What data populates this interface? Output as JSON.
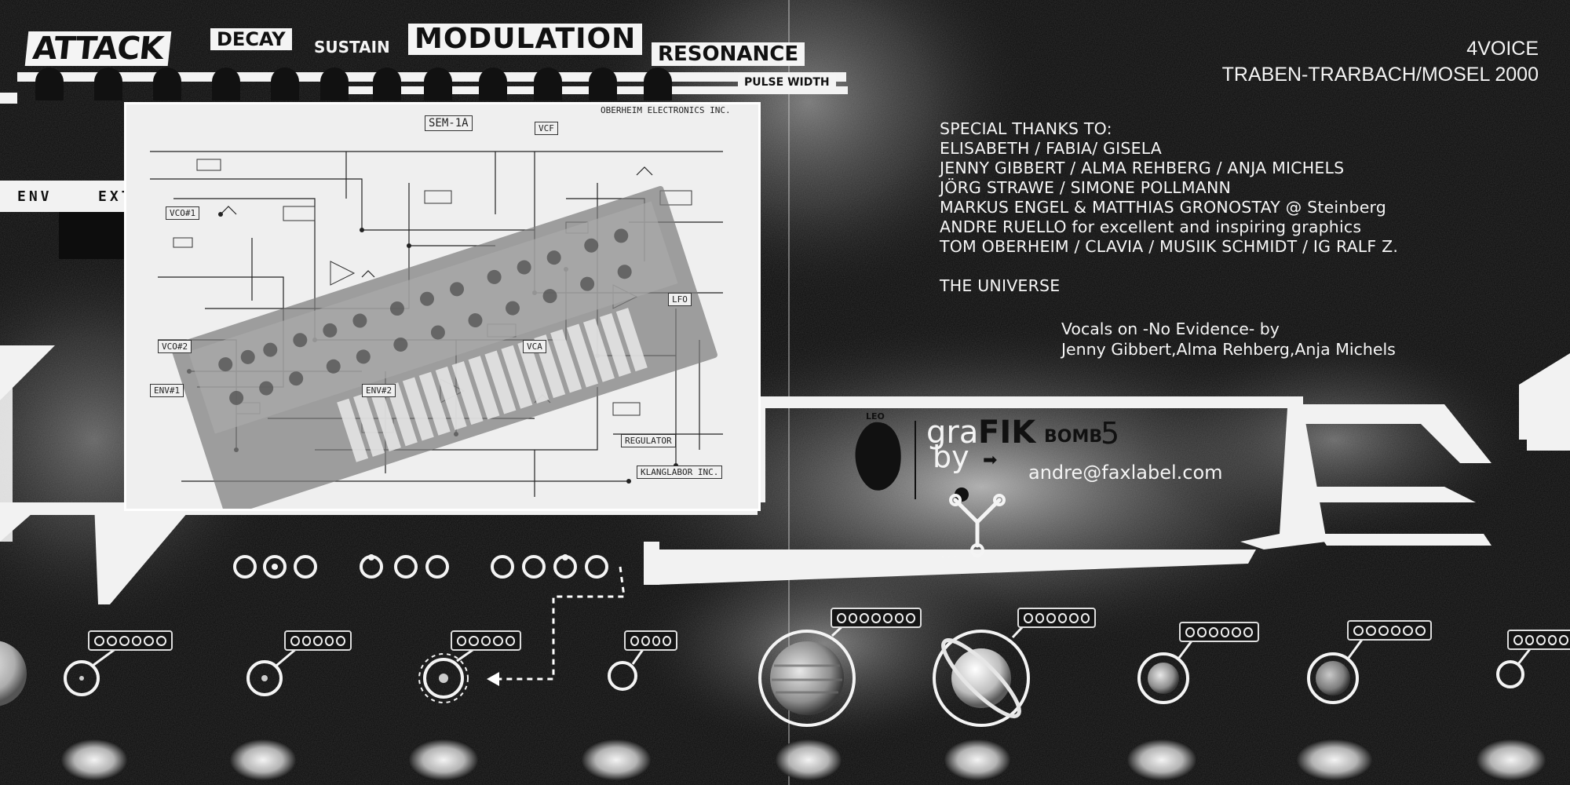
{
  "header": {
    "title": "4VOICE",
    "subtitle": "TRABEN-TRARBACH/MOSEL 2000"
  },
  "synth_params": [
    "ATTACK",
    "DECAY",
    "SUSTAIN",
    "MODULATION",
    "RESONANCE",
    "PULSE WIDTH"
  ],
  "panel_labels": {
    "env": "ENV",
    "ext": "EXT"
  },
  "schematic": {
    "company": "OBERHEIM ELECTRONICS INC.",
    "module": "SEM-1A",
    "blocks": [
      "VCF",
      "VCO#1",
      "VCO#2",
      "VCA",
      "LFO",
      "ENV#1",
      "ENV#2",
      "REGULATOR"
    ],
    "footer": "KLANGLABOR INC."
  },
  "thanks": {
    "heading": "SPECIAL THANKS TO:",
    "lines": [
      "ELISABETH / FABIA/ GISELA",
      "JENNY GIBBERT / ALMA REHBERG / ANJA MICHELS",
      "JÖRG STRAWE / SIMONE POLLMANN",
      "MARKUS ENGEL & MATTHIAS GRONOSTAY @ Steinberg",
      "ANDRE RUELLO for excellent and inspiring graphics",
      "TOM OBERHEIM / CLAVIA / MUSIIK SCHMIDT / IG RALF Z."
    ],
    "universe": "THE UNIVERSE"
  },
  "vocals": {
    "line1": "Vocals on -No Evidence- by",
    "line2": "Jenny Gibbert,Alma Rehberg,Anja Michels"
  },
  "graphics_credit": {
    "leo": "LEO",
    "gra": "gra",
    "fik": "FIK",
    "bomb": "BOMB",
    "num": "5",
    "by": "by",
    "email": "andre@faxlabel.com",
    "dots": "..."
  },
  "colors": {
    "background": "#0b0b0b",
    "text": "#f4f4f4",
    "paper": "#f0f0f0"
  }
}
